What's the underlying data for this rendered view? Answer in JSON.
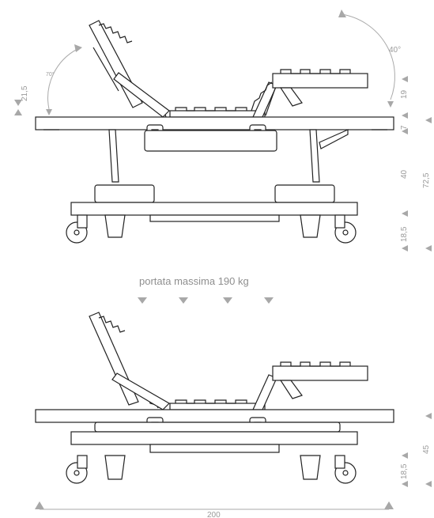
{
  "caption": "portata massima 190 kg",
  "top_view": {
    "head_angle": "70°",
    "foot_angle": "40°",
    "dim_head": "21,5",
    "dim_foot_rest": "19",
    "dim_frame": "7",
    "dim_lift": "40",
    "dim_total_height": "72,5",
    "dim_wheel": "18,5"
  },
  "bottom_view": {
    "dim_total_height": "45",
    "dim_wheel": "18,5",
    "dim_length": "200"
  },
  "colors": {
    "line": "#222222",
    "dimension": "#9a9a9a",
    "arrow": "#a8a8a8"
  }
}
